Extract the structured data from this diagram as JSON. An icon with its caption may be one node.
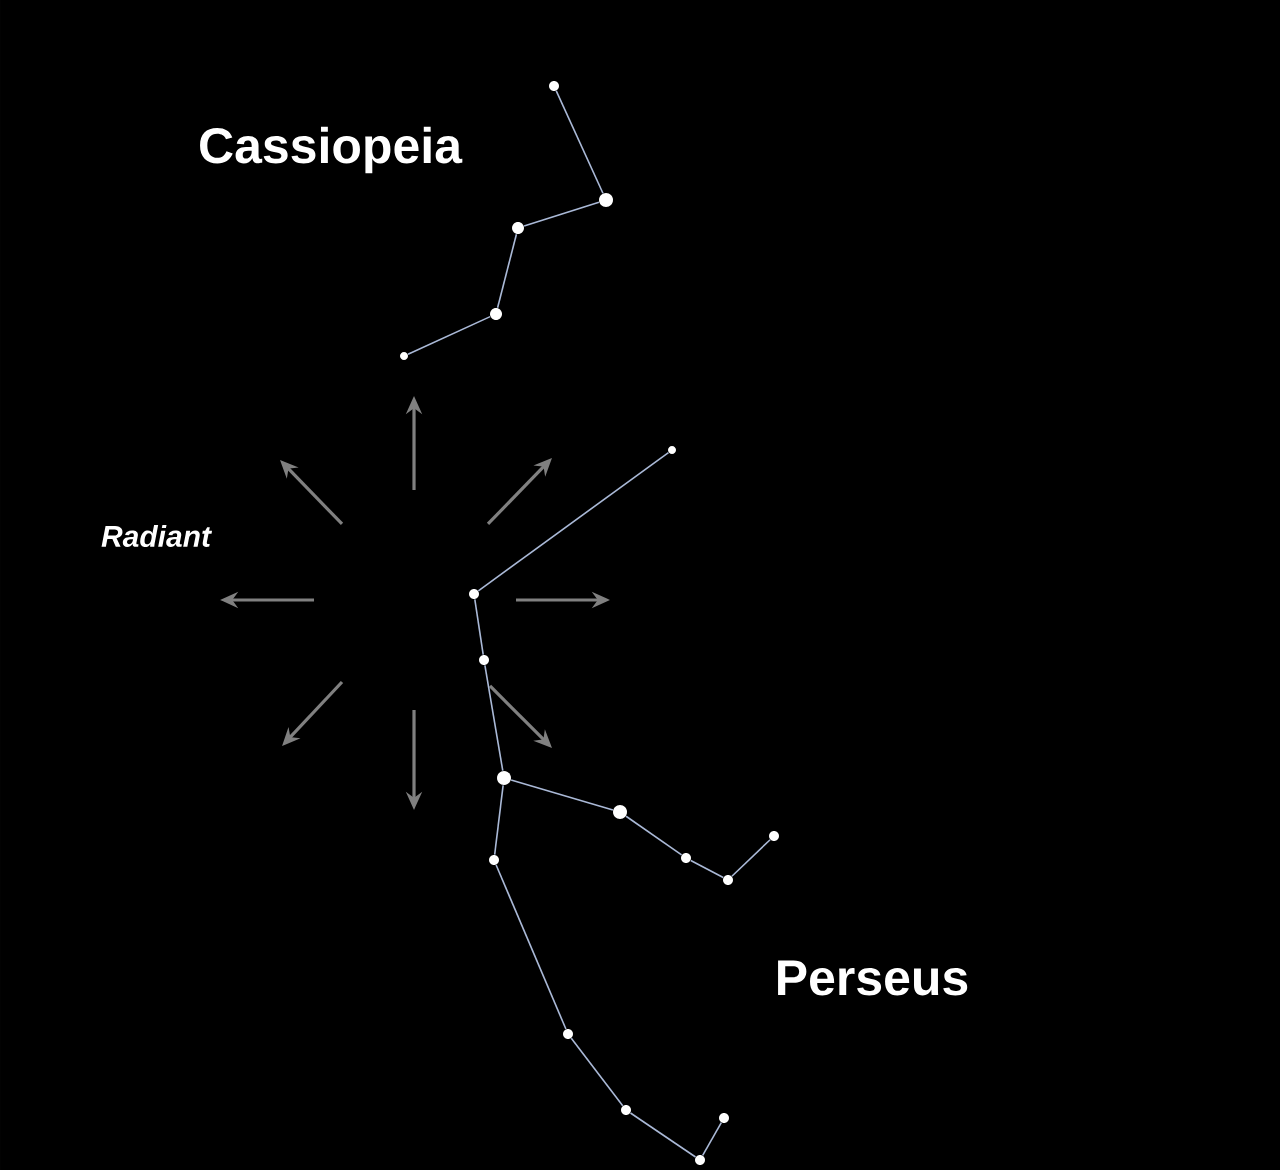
{
  "diagram": {
    "nodes": [
      {
        "text": [],
        "shape": "circle"
      },
      {
        "text": [],
        "shape": "circle"
      },
      {
        "text": [],
        "shape": "circle"
      },
      {
        "text": [],
        "shape": "circle"
      },
      {
        "text": [],
        "shape": "circle"
      },
      {
        "text": [],
        "shape": "circle"
      },
      {
        "text": [],
        "shape": "circle"
      },
      {
        "text": [],
        "shape": "circle"
      },
      {
        "text": [],
        "shape": "circle"
      },
      {
        "text": [],
        "shape": "circle"
      },
      {
        "text": [],
        "shape": "circle"
      },
      {
        "text": [],
        "shape": "circle"
      },
      {
        "text": [],
        "shape": "circle"
      },
      {
        "text": [],
        "shape": "circle"
      },
      {
        "text": [],
        "shape": "circle"
      },
      {
        "text": [],
        "shape": "circle"
      },
      {
        "text": [],
        "shape": "circle"
      },
      {
        "text": [],
        "shape": "circle"
      }
    ],
    "edges": [
      {
        "from": 0,
        "to": 1,
        "arrow": "none"
      },
      {
        "from": 1,
        "to": 2,
        "arrow": "none"
      },
      {
        "from": 2,
        "to": 3,
        "arrow": "none"
      },
      {
        "from": 3,
        "to": 4,
        "arrow": "none"
      },
      {
        "from": 5,
        "to": 6,
        "arrow": "none"
      },
      {
        "from": 6,
        "to": 7,
        "arrow": "none"
      },
      {
        "from": 7,
        "to": 8,
        "arrow": "none"
      },
      {
        "from": 8,
        "to": 9,
        "arrow": "none"
      },
      {
        "from": 9,
        "to": 10,
        "arrow": "none"
      },
      {
        "from": 10,
        "to": 11,
        "arrow": "none"
      },
      {
        "from": 11,
        "to": 12,
        "arrow": "none"
      },
      {
        "from": 8,
        "to": 13,
        "arrow": "none"
      },
      {
        "from": 13,
        "to": 14,
        "arrow": "none"
      },
      {
        "from": 14,
        "to": 15,
        "arrow": "none"
      },
      {
        "from": 15,
        "to": 16,
        "arrow": "none"
      },
      {
        "from": 16,
        "to": 17,
        "arrow": "none"
      }
    ],
    "labels": [
      "Cassiopeia",
      "Radiant",
      "Perseus"
    ]
  }
}
